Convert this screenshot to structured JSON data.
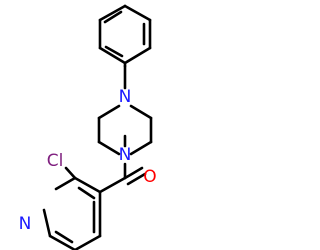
{
  "molecule": {
    "atoms": {
      "n_piperazine_top": "N",
      "n_piperazine_bottom": "N",
      "cl": "Cl",
      "n_pyridine": "N",
      "o_carbonyl": "O"
    },
    "colors": {
      "bond": "#000000",
      "nitrogen": "#1a1aff",
      "chlorine": "#7f1f7f",
      "oxygen": "#ff0000",
      "background": "#ffffff"
    }
  }
}
